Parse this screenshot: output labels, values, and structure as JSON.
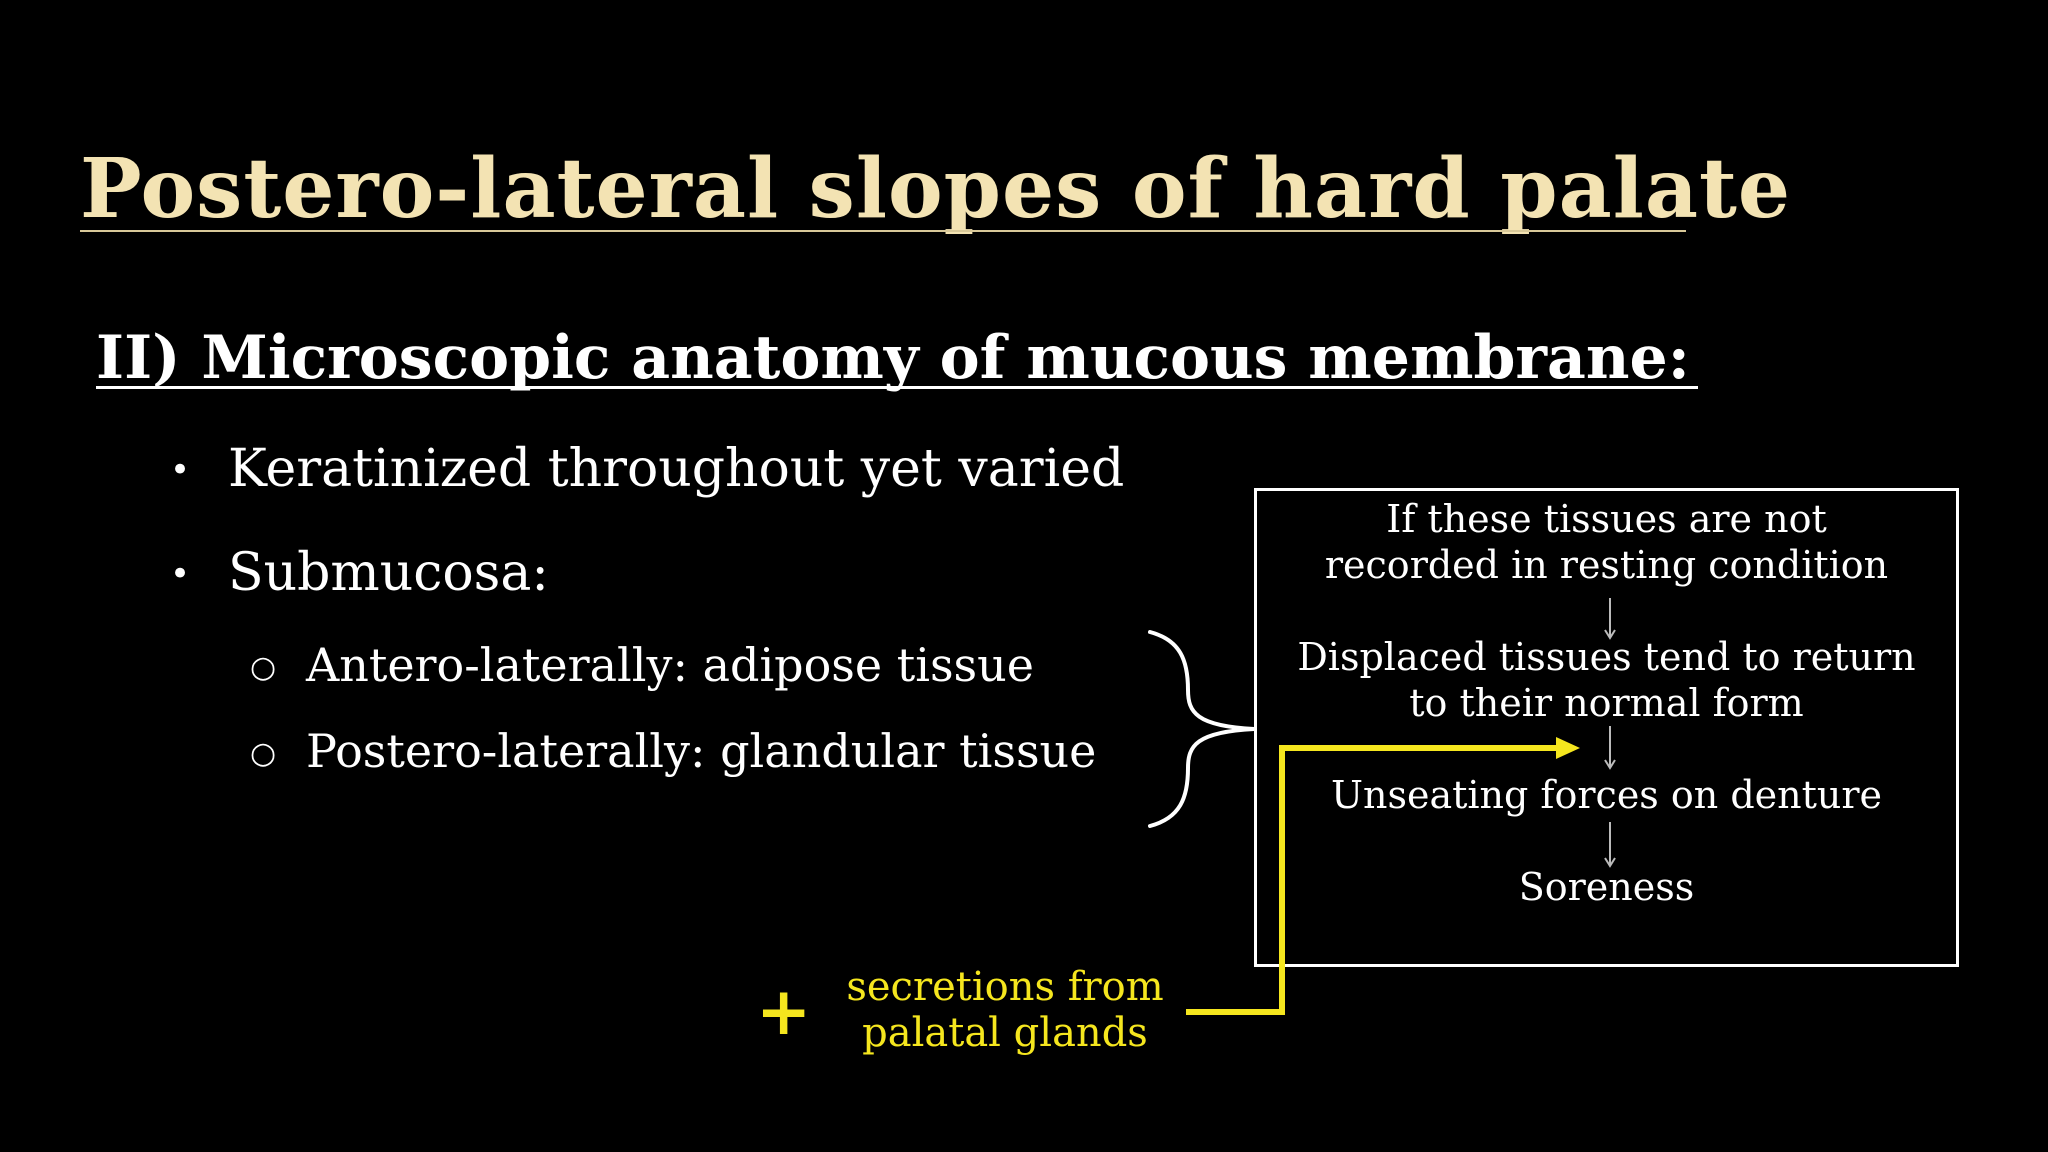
{
  "slide": {
    "title": "Postero-lateral slopes of hard palate",
    "heading": "II) Microscopic anatomy of mucous membrane:",
    "bullets": [
      {
        "marker": "•",
        "text": "Keratinized throughout yet varied"
      },
      {
        "marker": "•",
        "text": "Submucosa:"
      }
    ],
    "sub_bullets": [
      {
        "marker": "○",
        "text": "Antero-laterally: adipose tissue"
      },
      {
        "marker": "○",
        "text": "Postero-laterally: glandular tissue"
      }
    ],
    "flow": {
      "step1": "If these tissues are not recorded in resting condition",
      "step2": "Displaced tissues tend to return to their normal form",
      "step3": "Unseating forces on denture",
      "step4": "Soreness"
    },
    "annotation": {
      "plus": "+",
      "text": "secretions from palatal glands"
    }
  },
  "colors": {
    "background": "#000000",
    "title": "#f3e3b3",
    "body_text": "#ffffff",
    "annotation": "#f5e61e"
  }
}
